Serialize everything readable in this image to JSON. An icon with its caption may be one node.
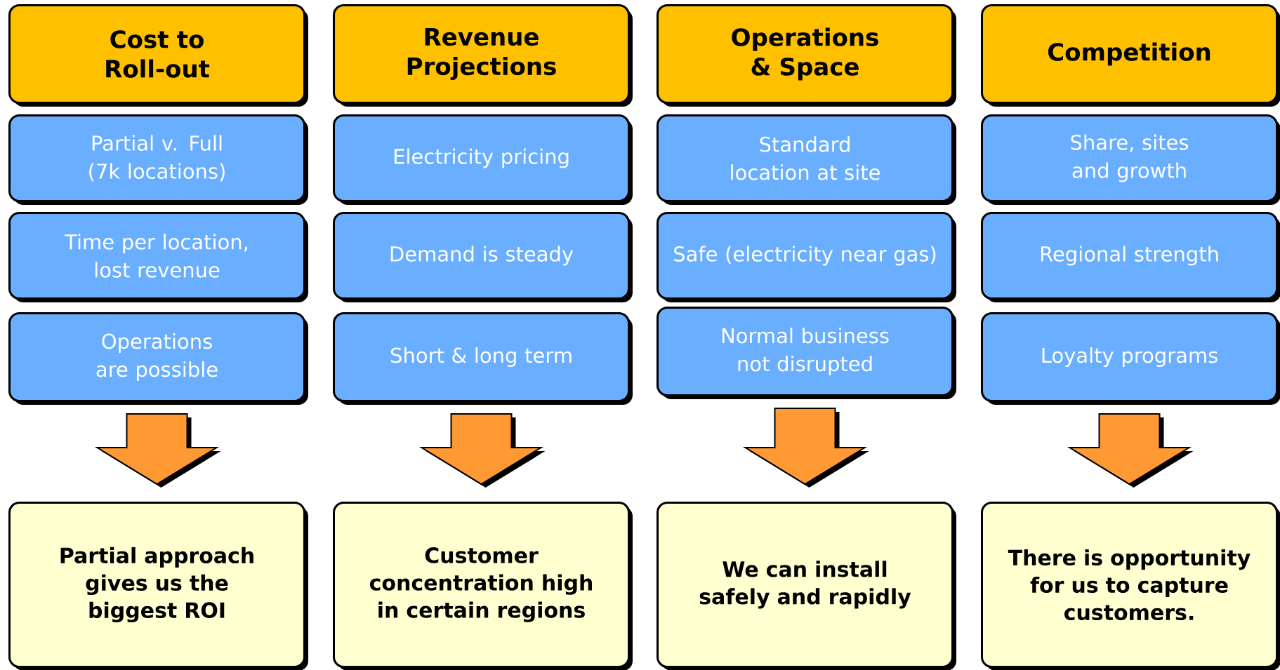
{
  "diagram": {
    "nodes": [
      {
        "text": [
          "Cost to Roll-out"
        ]
      },
      {
        "text": [
          "Partial v. Full (7k locations)"
        ]
      },
      {
        "text": [
          "Time per location, lost revenue"
        ]
      },
      {
        "text": [
          "Operations are possible"
        ]
      },
      {
        "text": [
          "Partial approach gives us the biggest ROI"
        ]
      },
      {
        "text": [
          "Revenue Projections"
        ]
      },
      {
        "text": [
          "Electricity pricing"
        ]
      },
      {
        "text": [
          "Demand is steady"
        ]
      },
      {
        "text": [
          "Short & long term"
        ]
      },
      {
        "text": [
          "Customer concentration high in certain regions"
        ]
      },
      {
        "text": [
          "Operations & Space"
        ]
      },
      {
        "text": [
          "Standard location at site"
        ]
      },
      {
        "text": [
          "Safe (electricity near gas)"
        ]
      },
      {
        "text": [
          "Normal business not disrupted"
        ]
      },
      {
        "text": [
          "We can install safely and rapidly"
        ]
      },
      {
        "text": [
          "Competition"
        ]
      },
      {
        "text": [
          "Share, sites and growth"
        ]
      },
      {
        "text": [
          "Regional strength"
        ]
      },
      {
        "text": [
          "Loyalty programs"
        ]
      },
      {
        "text": [
          "There is opportunity for us to capture customers."
        ]
      }
    ],
    "edges": [
      {
        "from": 3,
        "to": 4,
        "arrow": "to"
      },
      {
        "from": 8,
        "to": 9,
        "arrow": "to"
      },
      {
        "from": 13,
        "to": 14,
        "arrow": "to"
      },
      {
        "from": 18,
        "to": 19,
        "arrow": "to"
      }
    ]
  }
}
